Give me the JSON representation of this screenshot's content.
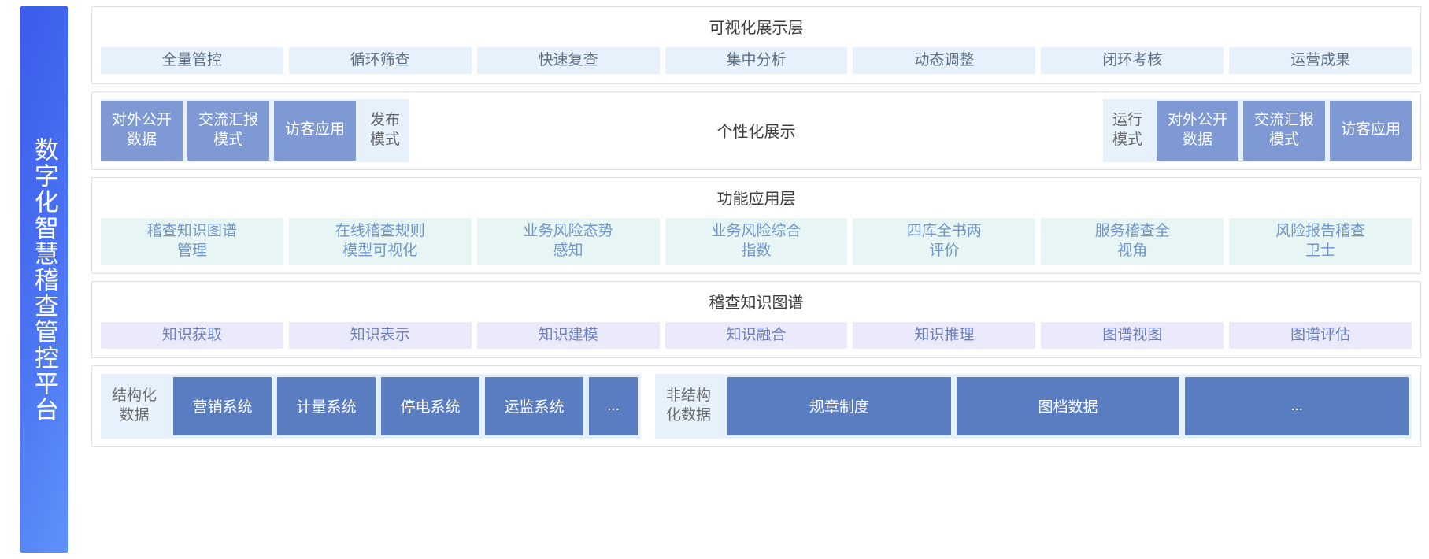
{
  "sidebar": {
    "title": "数字化智慧稽查管控平台"
  },
  "layers": {
    "visualization": {
      "title": "可视化展示层",
      "items": [
        "全量管控",
        "循环筛查",
        "快速复查",
        "集中分析",
        "动态调整",
        "闭环考核",
        "运营成果"
      ]
    },
    "modes": {
      "center_title": "个性化展示",
      "left_group": [
        {
          "label": "对外公开\n数据",
          "style": "solid"
        },
        {
          "label": "交流汇报\n模式",
          "style": "solid"
        },
        {
          "label": "访客应用",
          "style": "solid"
        },
        {
          "label": "发布\n模式",
          "style": "plain"
        }
      ],
      "right_group": [
        {
          "label": "运行\n模式",
          "style": "plain"
        },
        {
          "label": "对外公开\n数据",
          "style": "solid"
        },
        {
          "label": "交流汇报\n模式",
          "style": "solid"
        },
        {
          "label": "访客应用",
          "style": "solid"
        }
      ]
    },
    "functional": {
      "title": "功能应用层",
      "items": [
        "稽查知识图谱\n管理",
        "在线稽查规则\n模型可视化",
        "业务风险态势\n感知",
        "业务风险综合\n指数",
        "四库全书两\n评价",
        "服务稽查全\n视角",
        "风险报告稽查\n卫士"
      ]
    },
    "knowledge_graph": {
      "title": "稽查知识图谱",
      "items": [
        "知识获取",
        "知识表示",
        "知识建模",
        "知识融合",
        "知识推理",
        "图谱视图",
        "图谱评估"
      ]
    },
    "data": {
      "structured": {
        "label": "结构化\n数据",
        "items": [
          "营销系统",
          "计量系统",
          "停电系统",
          "运监系统",
          "..."
        ]
      },
      "unstructured": {
        "label": "非结构\n化数据",
        "items": [
          "规章制度",
          "图档数据",
          "..."
        ]
      }
    }
  },
  "colors": {
    "sidebar_gradient_start": "#3b5bec",
    "sidebar_gradient_end": "#5f93f8",
    "visualization_cell": "#e6f1fb",
    "mode_solid": "#7f99d4",
    "functional_cell": "#e7f6f4",
    "knowledge_cell": "#eaeafb",
    "data_box": "#5a7cc0",
    "panel_border": "#e0e0e2"
  }
}
